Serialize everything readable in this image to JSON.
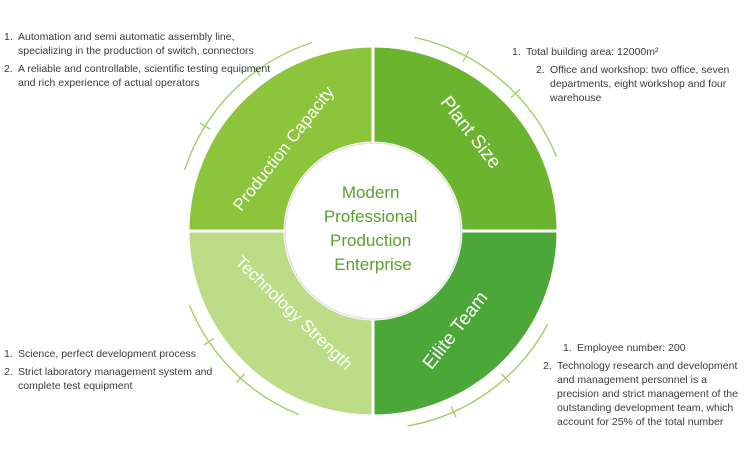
{
  "center": {
    "lines": [
      "Modern",
      "Professional",
      "Production",
      "Enterprise"
    ],
    "color": "#5aa02c"
  },
  "segments": [
    {
      "id": "plant-size",
      "label": "Plant Size",
      "color": "#6ab42e"
    },
    {
      "id": "eilite-team",
      "label": "Eilite Team",
      "color": "#4aa738"
    },
    {
      "id": "technology-strength",
      "label": "Technology Strength",
      "color": "#bddc88"
    },
    {
      "id": "production-capacity",
      "label": "Production Capacity",
      "color": "#8cc43b"
    }
  ],
  "notes": {
    "top_left": [
      {
        "num": "1.",
        "text": "Automation and semi automatic assembly line, specializing in the production of switch, connectors"
      },
      {
        "num": "2.",
        "text": "A reliable and controllable, scientific testing equipment and rich experience of actual operators"
      }
    ],
    "top_right": [
      {
        "num": "1.",
        "text": "Total building area: 12000m²"
      },
      {
        "num": "2.",
        "text": "Office and workshop: two office, seven departments, eight workshop and four warehouse"
      }
    ],
    "bottom_left": [
      {
        "num": "1.",
        "text": "Science, perfect development process"
      },
      {
        "num": "2.",
        "text": "Strict laboratory management  system and complete test  equipment"
      }
    ],
    "bottom_right": [
      {
        "num": "1.",
        "text": "Employee number: 200"
      },
      {
        "num": "2.",
        "text": "Technology research and development and management personnel is a precision and strict management of the outstanding development team, which  account for 25% of the total number"
      }
    ]
  },
  "line_color": "#9ccc5c"
}
